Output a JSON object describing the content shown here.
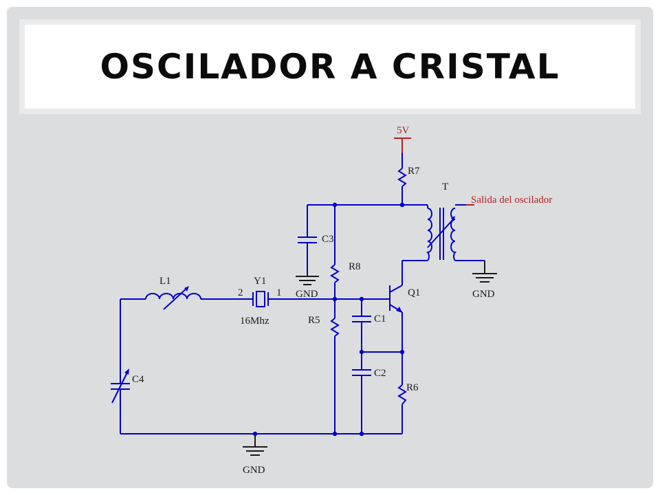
{
  "slide": {
    "title": "OSCILADOR A CRISTAL"
  },
  "circuit": {
    "supply": "5V",
    "output": "Salida del oscilador",
    "transformer": "T",
    "transistor": "Q1",
    "crystal": "Y1",
    "crystal_freq": "16Mhz",
    "crystal_pin2": "2",
    "crystal_pin1": "1",
    "inductor": "L1",
    "r5": "R5",
    "r6": "R6",
    "r7": "R7",
    "r8": "R8",
    "c1": "C1",
    "c2": "C2",
    "c3": "C3",
    "c4": "C4",
    "gnd": "GND",
    "colors": {
      "wire": "#0000cc",
      "supply": "#b22222",
      "ground": "#1a1a1a"
    }
  }
}
